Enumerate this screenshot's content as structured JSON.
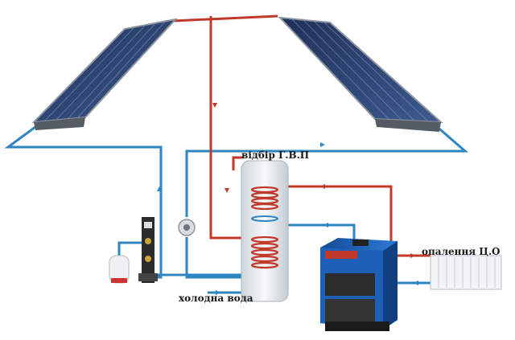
{
  "labels": {
    "hot_water_draw": "відбір Г.В.П",
    "cold_water": "холодна вода",
    "heating": "опалення Ц.О"
  },
  "colors": {
    "hot_pipe": "#c0392b",
    "cold_pipe": "#2e86c1",
    "solar_panel": "#2b3f6b",
    "boiler_body": "#1e5fb8",
    "boiler_dark": "#2c2c2c",
    "tank": "#e8ecef",
    "coil": "#c0392b"
  },
  "icons": {
    "solar_left": "solar-collector-icon",
    "solar_right": "solar-collector-icon",
    "tank": "water-tank-icon",
    "boiler": "solid-fuel-boiler-icon",
    "radiator": "radiator-icon",
    "pump_group": "pump-station-icon",
    "expansion": "expansion-vessel-icon",
    "pump": "circulation-pump-icon"
  }
}
